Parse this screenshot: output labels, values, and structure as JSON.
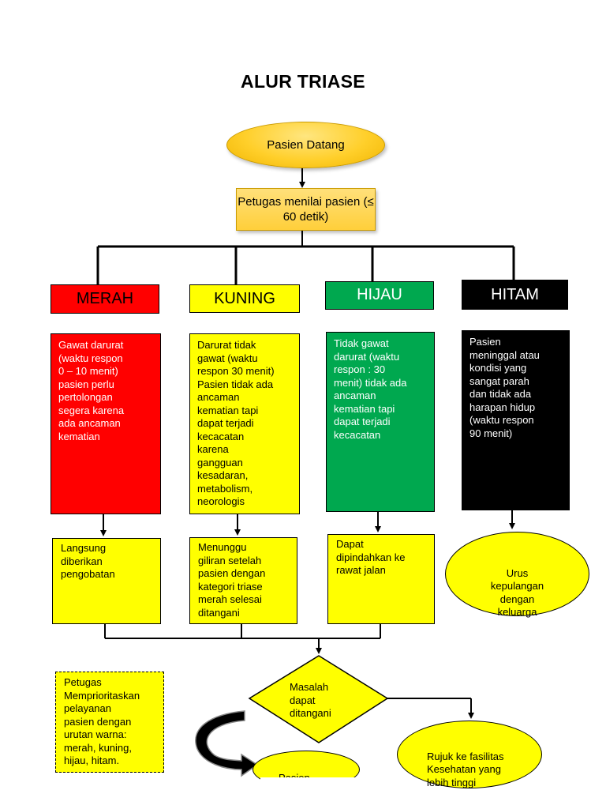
{
  "title": "ALUR TRIASE",
  "start": "Pasien Datang",
  "assess": "Petugas menilai pasien (≤ 60 detik)",
  "categories": [
    {
      "label": "MERAH",
      "color": "#ff0000",
      "text_color": "#000000"
    },
    {
      "label": "KUNING",
      "color": "#ffff00",
      "text_color": "#000000"
    },
    {
      "label": "HIJAU",
      "color": "#00a84f",
      "text_color": "#ffffff"
    },
    {
      "label": "HITAM",
      "color": "#000000",
      "text_color": "#ffffff"
    }
  ],
  "descriptions": [
    "Gawat darurat\n(waktu respon\n0 – 10 menit)\npasien perlu\npertolongan\nsegera karena\nada ancaman\nkematian",
    "Darurat tidak\ngawat (waktu\nrespon 30 menit)\nPasien tidak ada\nancaman\nkematian tapi\ndapat terjadi\nkecacatan\nkarena\ngangguan\nkesadaran,\nmetabolism,\nneorologis",
    "Tidak gawat\ndarurat (waktu\nrespon : 30\nmenit) tidak ada\nancaman\nkematian tapi\ndapat terjadi\nkecacatan",
    "Pasien\nmeninggal atau\nkondisi yang\nsangat parah\ndan tidak ada\nharapan hidup\n(waktu respon\n90 menit)"
  ],
  "results": [
    "Langsung\ndiberikan\npengobatan",
    "Menunggu\ngiliran setelah\npasien dengan\nkategori triase\nmerah selesai\nditangani",
    "Dapat\ndipindahkan ke\nrawat jalan",
    "Urus\nkepulangan\ndengan\nkeluarga"
  ],
  "note": "Petugas\nMemprioritaskan\npelayanan\npasien dengan\nurutan warna:\nmerah, kuning,\nhijau, hitam.",
  "decision": "Masalah\ndapat\nditangani",
  "outcome_left": "Pasien\npulang",
  "outcome_right": "Rujuk ke fasilitas\nKesehatan yang\nlebih tinggi"
}
